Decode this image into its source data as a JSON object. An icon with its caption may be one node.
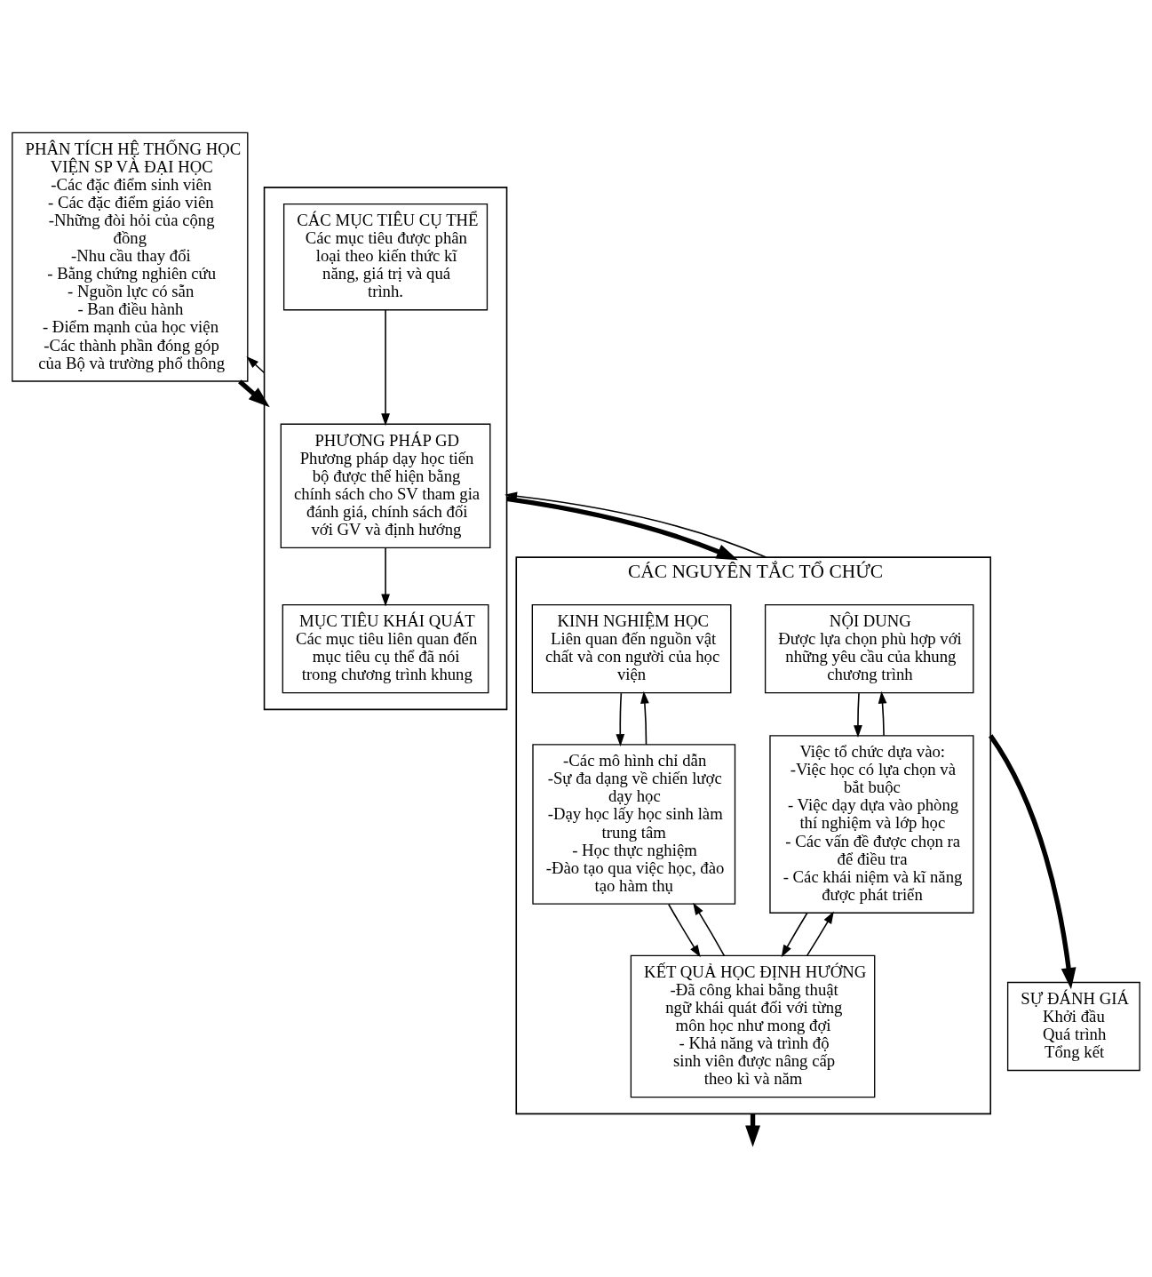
{
  "diagram": {
    "nodes": [
      {
        "text": [
          "PHÂN TÍCH HỆ THỐNG HỌC VIỆN SP VÀ ĐẠI HỌC",
          "-Các đặc điểm sinh viên",
          "- Các đặc điểm giáo viên",
          "-Những đòi hỏi của cộng đồng",
          "-Nhu cầu thay đổi",
          "- Bằng chứng nghiên cứu",
          "- Nguồn lực có sẵn",
          "- Ban điều hành",
          "- Điểm mạnh của học viện",
          "-Các thành phần đóng góp của Bộ và trường phổ thông"
        ]
      },
      {
        "text": [],
        "shape": "box"
      },
      {
        "text": [
          "PHƯƠNG PHÁP GD",
          "Phương pháp dạy học tiến bộ được thể hiện bằng chính sách cho SV tham gia đánh giá, chính sách đối với GV và định hướng"
        ],
        "in": 1
      },
      {
        "text": [
          "MỤC TIÊU KHÁI QUÁT",
          "Các mục tiêu liên quan đến mục tiêu cụ thể đã nói trong chương trình khung"
        ],
        "in": 1
      },
      {
        "text": [
          "CÁC MỤC TIÊU CỤ THỂ",
          "Các mục tiêu được phân loại theo kiến thức kĩ năng, giá trị và quá trình."
        ],
        "in": 1
      },
      {
        "text": [
          "CÁC NGUYÊN TẮC TỔ CHỨC"
        ]
      },
      {
        "text": [
          "NỘI DUNG",
          "Được lựa chọn phù hợp với những yêu cầu của khung chương trình"
        ],
        "in": 5
      },
      {
        "text": [
          "KINH NGHIỆM HỌC",
          "Liên quan đến nguồn vật chất và con người của học viện"
        ],
        "in": 5
      },
      {
        "text": [
          "Việc tổ chức dựa vào:",
          "-Việc học có lựa chọn và bắt buộc",
          "- Việc dạy dựa vào phòng thí nghiệm và lớp học",
          "- Các vấn đề được chọn ra để điều tra",
          "- Các khái niệm và kĩ năng được phát triển"
        ],
        "in": 5
      },
      {
        "text": [
          "-Các mô hình chỉ dẫn",
          "-Sự đa dạng về chiến lược dạy học",
          "-Dạy học lấy học sinh làm trung tâm",
          "- Học thực nghiệm",
          "-Đào tạo qua việc học, đào tạo hàm thụ"
        ],
        "in": 5
      },
      {
        "text": [
          "KẾT QUẢ HỌC ĐỊNH HƯỚNG",
          "-Đã công khai bằng thuật ngữ khái quát đối với từng môn học như mong đợi",
          "- Khả năng và trình độ sinh viên được nâng cấp theo kì và năm"
        ],
        "in": 5
      },
      {
        "text": [
          "SỰ ĐÁNH GIÁ",
          "Khởi đầu",
          "Quá trình",
          "Tổng kết"
        ]
      }
    ],
    "edges": [
      {
        "from": 0,
        "to": 1,
        "arrow": "to",
        "style": "thick"
      },
      {
        "from": 1,
        "to": 0,
        "arrow": "to"
      },
      {
        "from": 2,
        "to": 3,
        "arrow": "to"
      },
      {
        "from": 4,
        "to": 2,
        "arrow": "to"
      },
      {
        "from": 1,
        "to": 5,
        "arrow": "to",
        "style": "thick"
      },
      {
        "from": 5,
        "to": 1,
        "arrow": "to"
      },
      {
        "from": 5,
        "to": null,
        "arrow": "to",
        "style": "thick"
      },
      {
        "from": 6,
        "to": 8,
        "arrow": "to"
      },
      {
        "from": 8,
        "to": 6,
        "arrow": "to"
      },
      {
        "from": 7,
        "to": 9,
        "arrow": "to"
      },
      {
        "from": 9,
        "to": 7,
        "arrow": "to"
      },
      {
        "from": 8,
        "to": 10,
        "arrow": "to"
      },
      {
        "from": 10,
        "to": 8,
        "arrow": "to"
      },
      {
        "from": 9,
        "to": 10,
        "arrow": "to"
      },
      {
        "from": 10,
        "to": 9,
        "arrow": "to"
      },
      {
        "from": 5,
        "to": 11,
        "arrow": "to",
        "style": "thick"
      }
    ]
  }
}
